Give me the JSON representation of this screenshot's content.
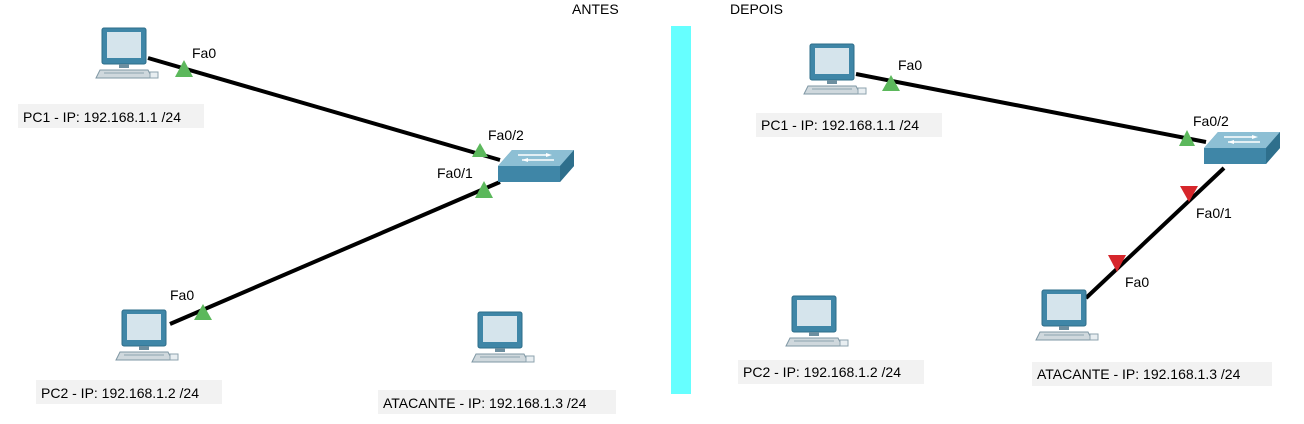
{
  "sections": {
    "before_title": "ANTES",
    "after_title": "DEPOIS"
  },
  "before": {
    "pc1_label": "PC1 - IP: 192.168.1.1 /24",
    "pc2_label": "PC2 - IP: 192.168.1.2 /24",
    "attacker_label": "ATACANTE - IP: 192.168.1.3 /24",
    "pc1_port": "Fa0",
    "pc2_port": "Fa0",
    "switch_port_pc1": "Fa0/2",
    "switch_port_pc2": "Fa0/1"
  },
  "after": {
    "pc1_label": "PC1 - IP: 192.168.1.1 /24",
    "pc2_label": "PC2 - IP: 192.168.1.2 /24",
    "attacker_label": "ATACANTE - IP: 192.168.1.3 /24",
    "pc1_port": "Fa0",
    "attacker_port": "Fa0",
    "switch_port_pc1": "Fa0/2",
    "switch_port_attacker": "Fa0/1"
  },
  "colors": {
    "link_up": "#5cb85c",
    "link_down": "#d6262b",
    "divider": "#66ffff",
    "device": "#4a8fae"
  }
}
